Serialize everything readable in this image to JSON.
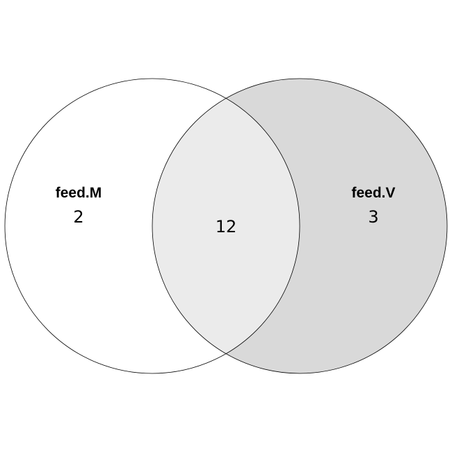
{
  "venn": {
    "sets": [
      {
        "label": "feed.M",
        "only_count": "2",
        "fill": "#ffffff"
      },
      {
        "label": "feed.V",
        "only_count": "3",
        "fill": "#d9d9d9"
      }
    ],
    "intersection": {
      "count": "12",
      "fill": "#ebebeb"
    },
    "stroke_color": "#000000"
  }
}
